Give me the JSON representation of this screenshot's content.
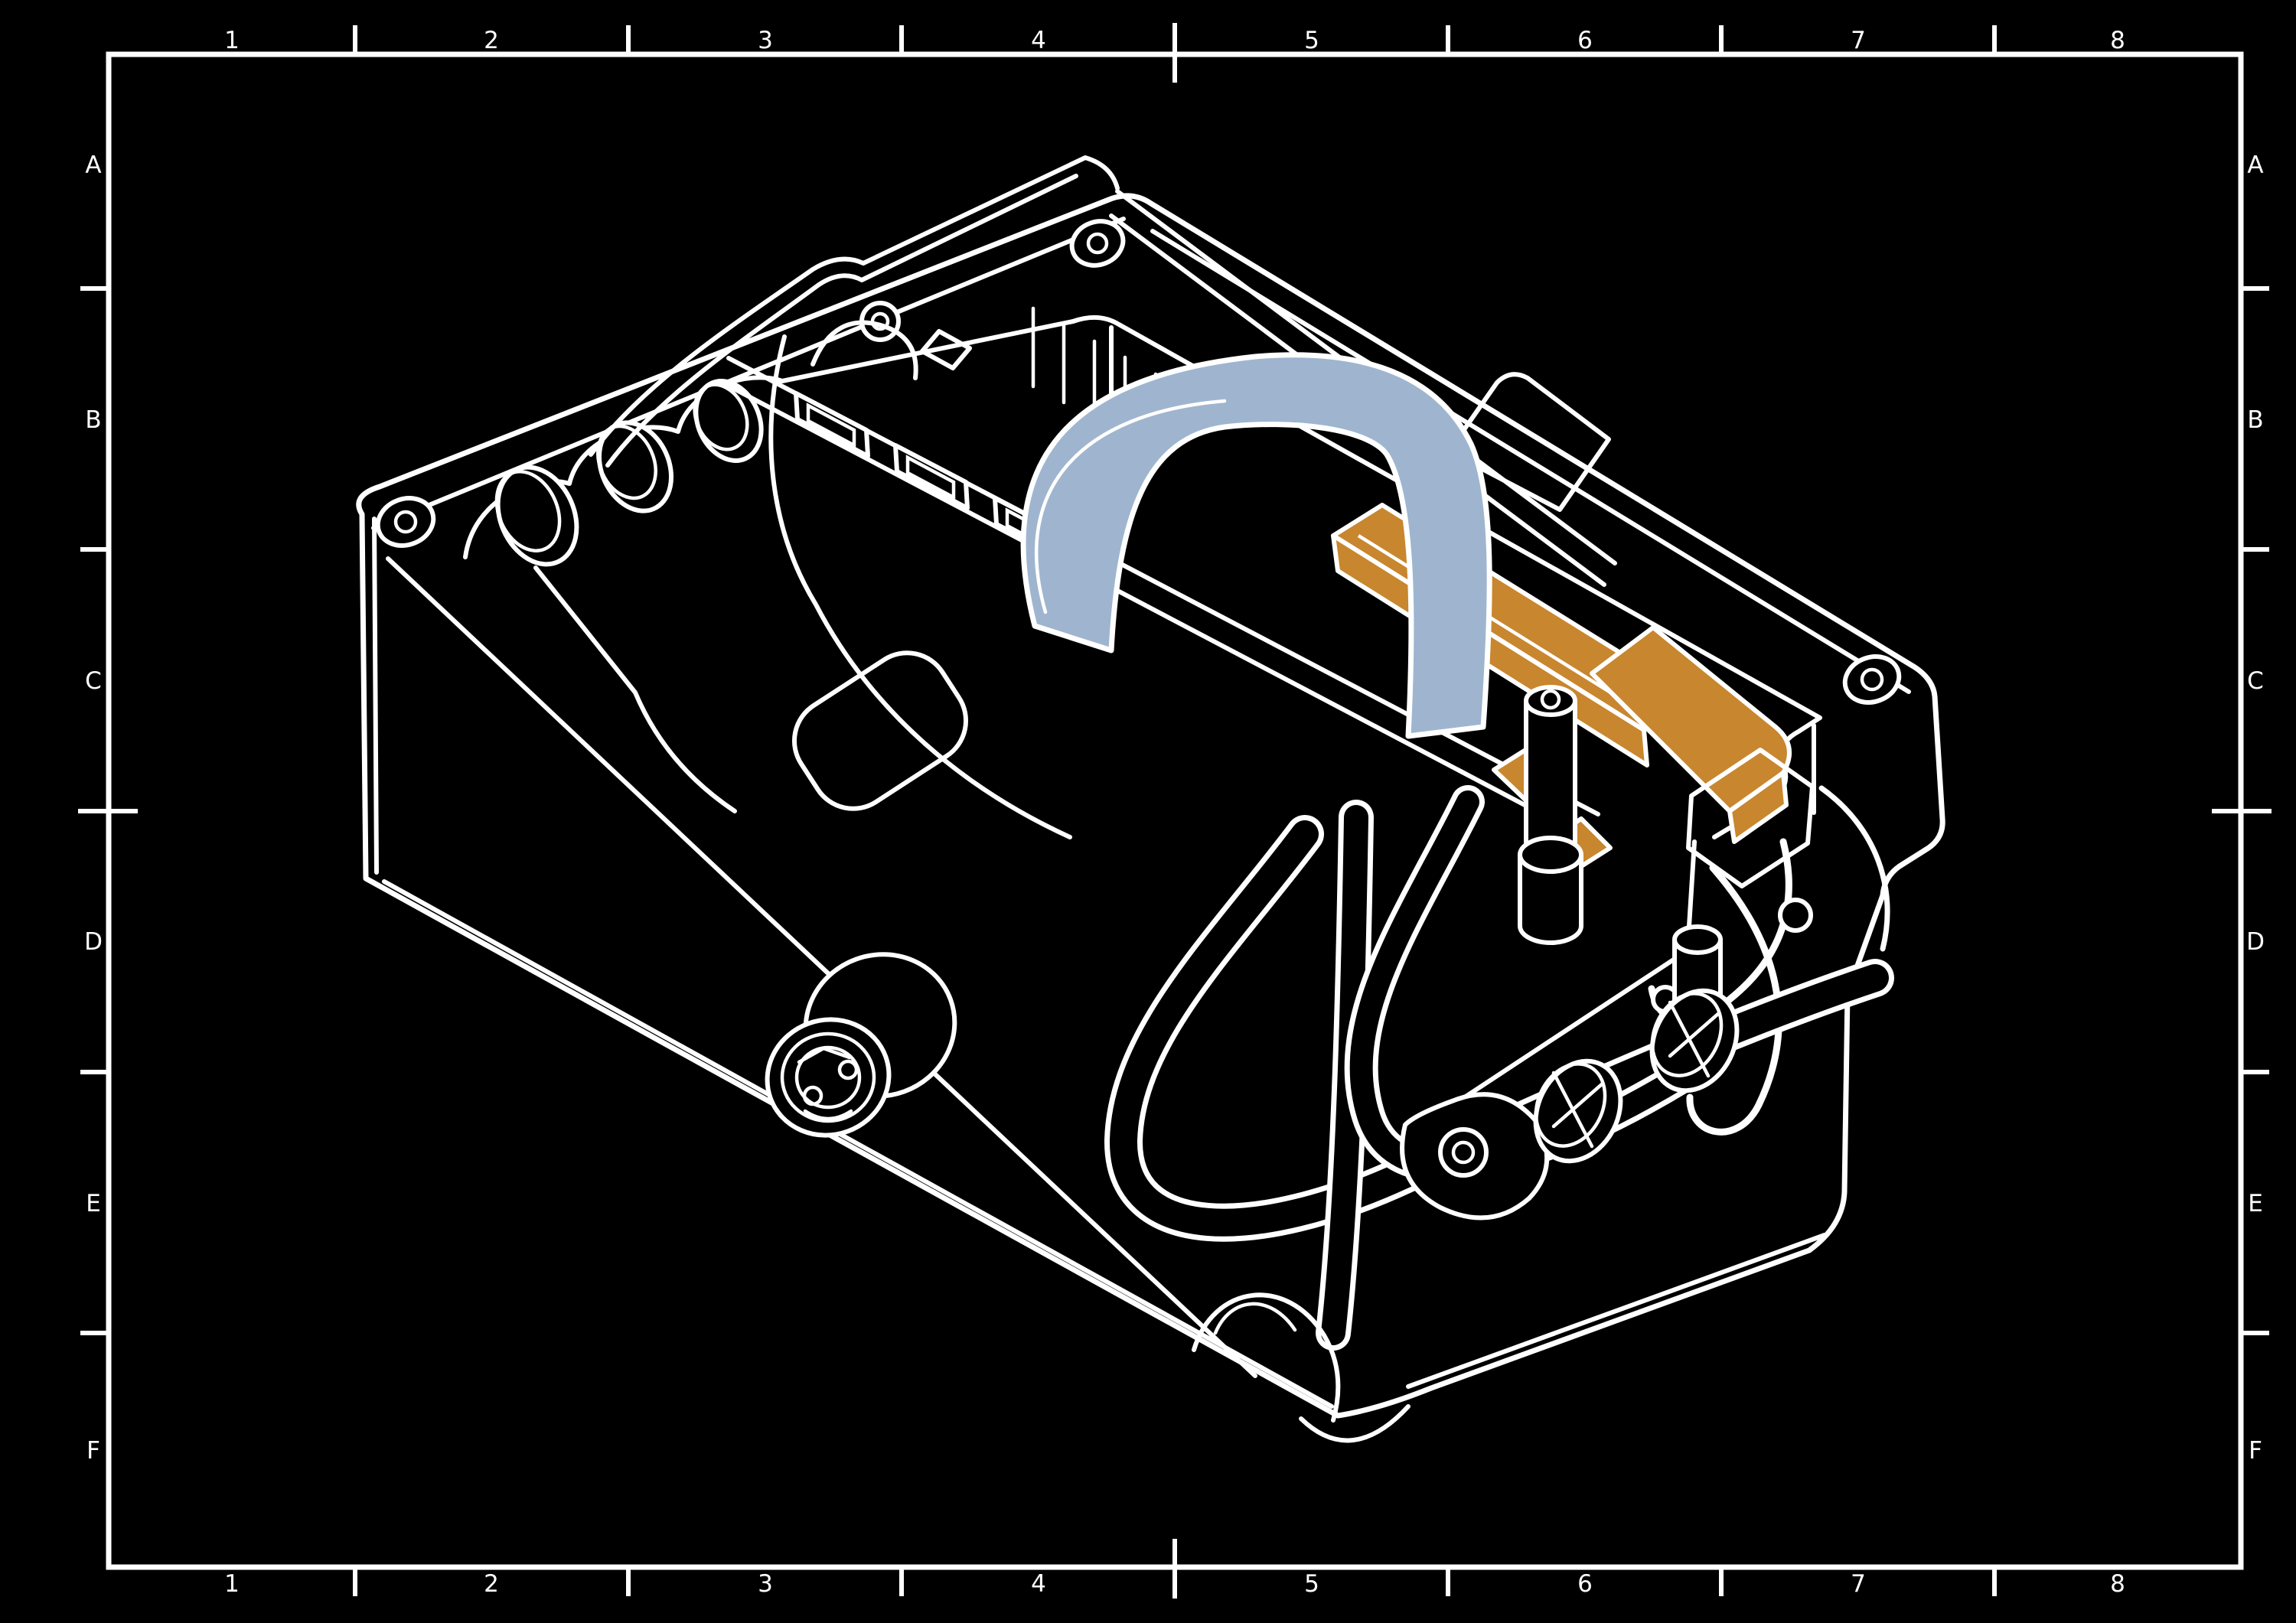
{
  "page": {
    "description": "Black-background engineering CAD sheet with zoned border, containing a white isometric wireframe exploded-style illustration of an electronics enclosure assembly with a highlighted ribbon cable and board connector"
  },
  "frame": {
    "background": "#000000",
    "line_color": "#ffffff",
    "columns": {
      "labels": [
        "1",
        "2",
        "3",
        "4",
        "5",
        "6",
        "7",
        "8"
      ]
    },
    "rows": {
      "labels": [
        "A",
        "B",
        "C",
        "D",
        "E",
        "F"
      ]
    }
  },
  "drawing": {
    "colors": {
      "outline": "#ffffff",
      "body_fill": "#000000",
      "ribbon": "#9fb5cf",
      "highlight": "#c8862e"
    },
    "highlighted_parts": [
      {
        "name": "ribbon-cable",
        "color": "#9fb5cf"
      },
      {
        "name": "board-connector-assembly",
        "color": "#c8862e"
      }
    ]
  }
}
